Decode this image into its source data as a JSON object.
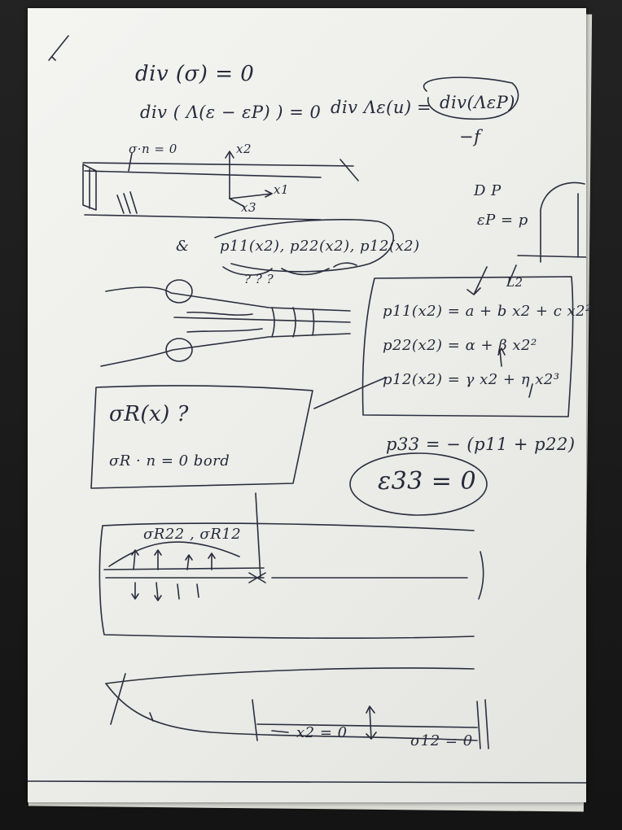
{
  "note": {
    "eq_div_sigma": "div (σ) = 0",
    "eq_div_lambda": "div ( Λ(ε − εP) ) = 0",
    "eq_div_lambda_eps_u": "div Λε(u)",
    "eq_equals": "=",
    "eq_rhs": "div(ΛεP)",
    "eq_minus_f": "−f",
    "bc_top": "σ·n = 0",
    "axis_x2": "x2",
    "axis_x1": "x1",
    "axis_x3": "x3",
    "dp_label": "D P",
    "ep_eq_p": "εP = p",
    "ampersand": "&",
    "p_functions": "p11(x2), p22(x2), p12(x2)",
    "qmarks": "?   ?   ?",
    "box_p11": "p11(x2) = a + b x2 + c x2²",
    "box_p22": "p22(x2) = α + β x2²",
    "box_p12": "p12(x2) = γ x2 + η x2³",
    "box_label_l2": "L2",
    "sigma_r_question": "σR(x) ?",
    "sigma_r_bc": "σR · n = 0   bord",
    "p33_eq": "p33 = − (p11 + p22)",
    "eps33_eq": "ε33 = 0",
    "stress_labels": "σR22 , σR12",
    "bottom_x2_zero": "x2 = 0",
    "bottom_sigma12_zero": "σ12 = 0"
  }
}
